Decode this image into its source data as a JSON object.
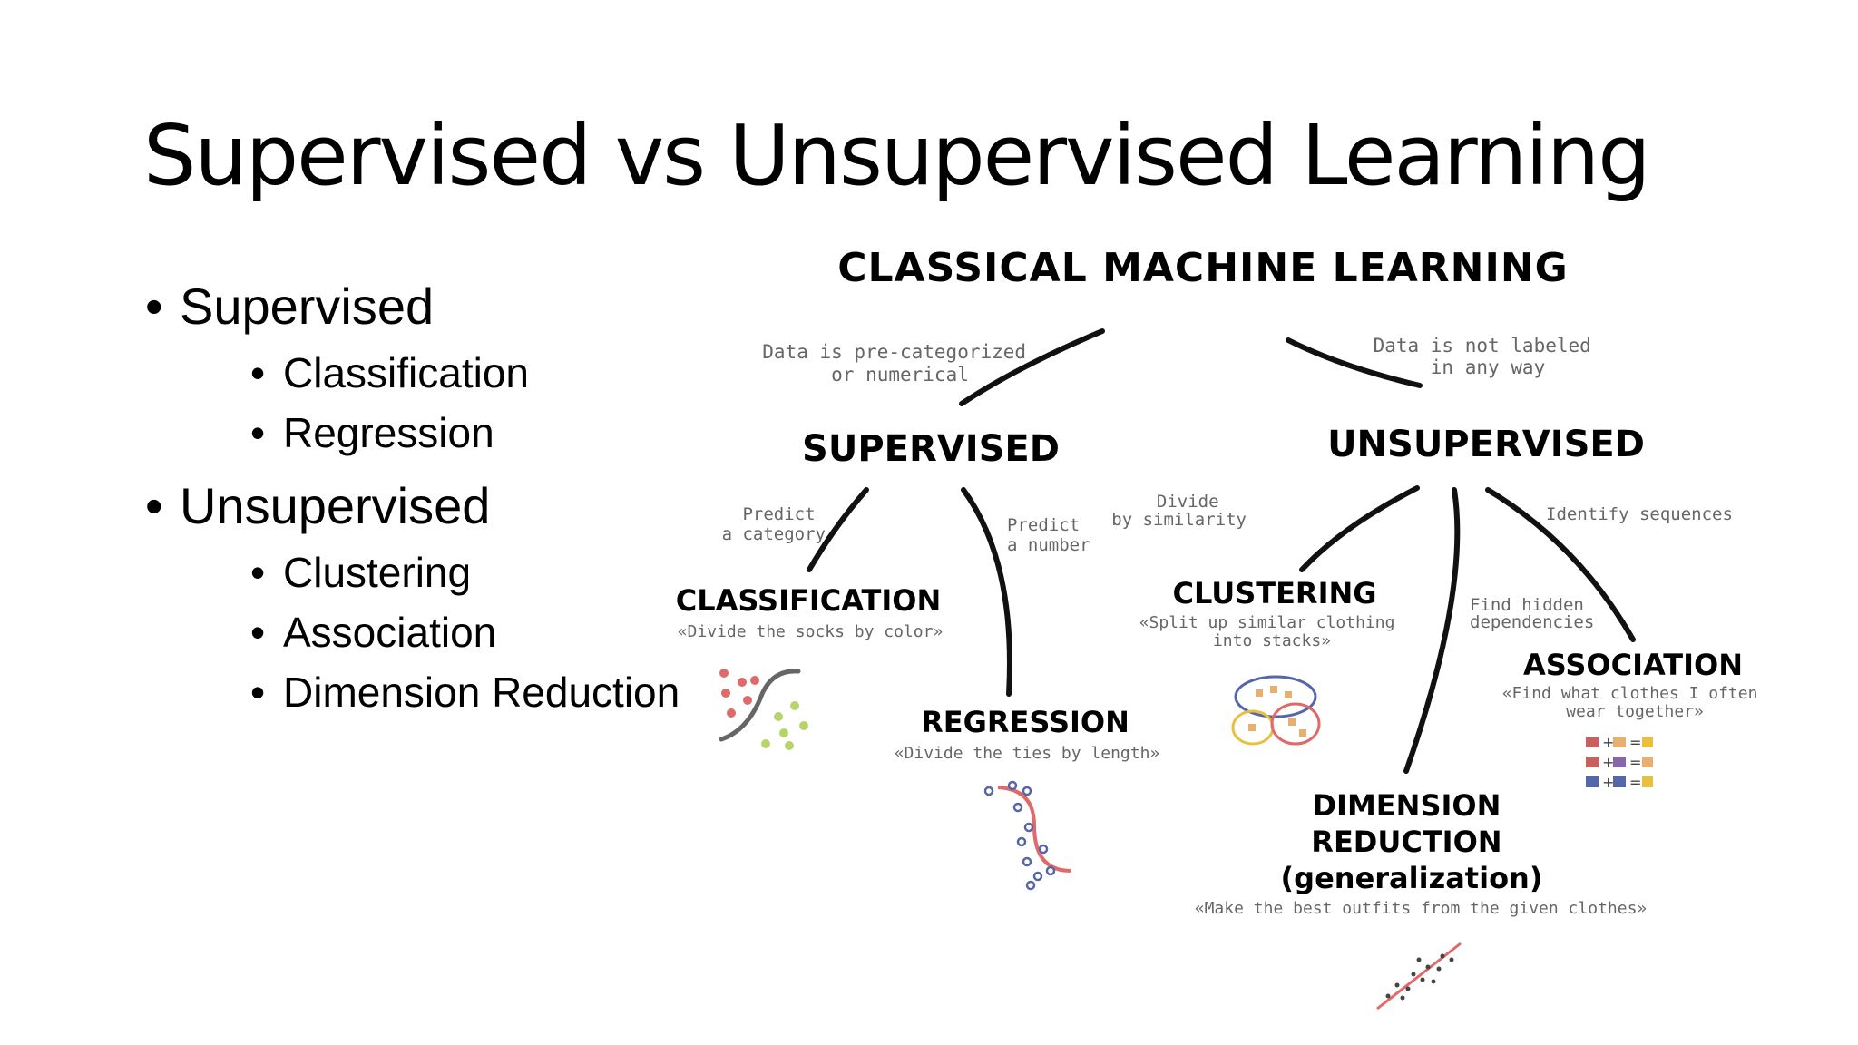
{
  "slide": {
    "title": "Supervised vs Unsupervised Learning",
    "bullets": [
      {
        "label": "Supervised",
        "children": [
          "Classification",
          "Regression"
        ]
      },
      {
        "label": "Unsupervised",
        "children": [
          "Clustering",
          "Association",
          "Dimension Reduction"
        ]
      }
    ]
  },
  "diagram": {
    "root": "CLASSICAL MACHINE LEARNING",
    "supervised": {
      "label": "SUPERVISED",
      "edge_note": [
        "Data is pre-categorized",
        "or numerical"
      ],
      "classification": {
        "label": "CLASSIFICATION",
        "edge_note": [
          "Predict",
          "a category"
        ],
        "example": "«Divide the socks by color»"
      },
      "regression": {
        "label": "REGRESSION",
        "edge_note": [
          "Predict",
          "a number"
        ],
        "example": "«Divide the ties by length»"
      }
    },
    "unsupervised": {
      "label": "UNSUPERVISED",
      "edge_note": [
        "Data is not labeled",
        "in any way"
      ],
      "clustering": {
        "label": "CLUSTERING",
        "edge_note": [
          "Divide",
          "by similarity"
        ],
        "example": [
          "«Split up similar clothing",
          "into stacks»"
        ]
      },
      "association": {
        "label": "ASSOCIATION",
        "edge_note": "Identify sequences",
        "example": [
          "«Find what clothes I often",
          "wear together»"
        ]
      },
      "dimension_reduction": {
        "label": [
          "DIMENSION",
          "REDUCTION",
          "(generalization)"
        ],
        "edge_note": [
          "Find hidden",
          "dependencies"
        ],
        "example": "«Make the best outfits from the given clothes»"
      }
    }
  },
  "colors": {
    "ink": "#111111",
    "note": "#666666",
    "red": "#e06a6a",
    "green": "#b7d46a",
    "blue": "#5566aa",
    "yellow": "#e8c040"
  }
}
